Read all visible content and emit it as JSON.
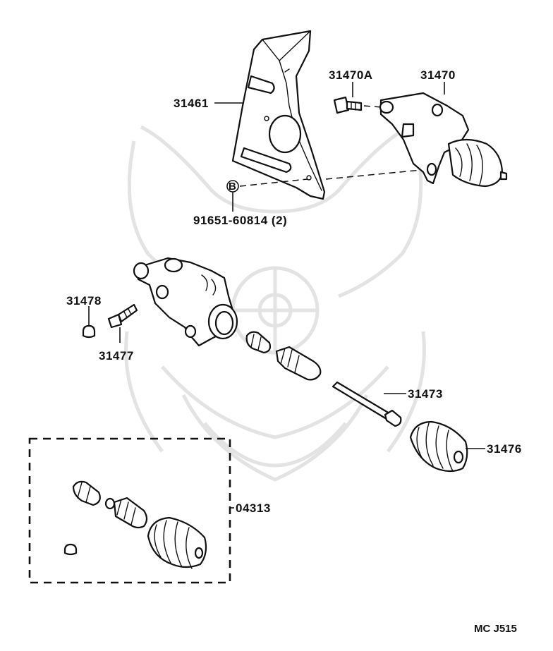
{
  "diagram": {
    "watermark_icon": "samurai-helmet-watermark",
    "parts": [
      {
        "id": "p31461",
        "label": "31461"
      },
      {
        "id": "p31470A",
        "label": "31470A"
      },
      {
        "id": "p31470",
        "label": "31470"
      },
      {
        "id": "p91651",
        "label": "91651-60814 (2)",
        "callout": "B"
      },
      {
        "id": "p31478",
        "label": "31478"
      },
      {
        "id": "p31477",
        "label": "31477"
      },
      {
        "id": "p31473",
        "label": "31473"
      },
      {
        "id": "p31476",
        "label": "31476"
      },
      {
        "id": "p04313",
        "label": "04313"
      }
    ],
    "code": "MC J515"
  }
}
